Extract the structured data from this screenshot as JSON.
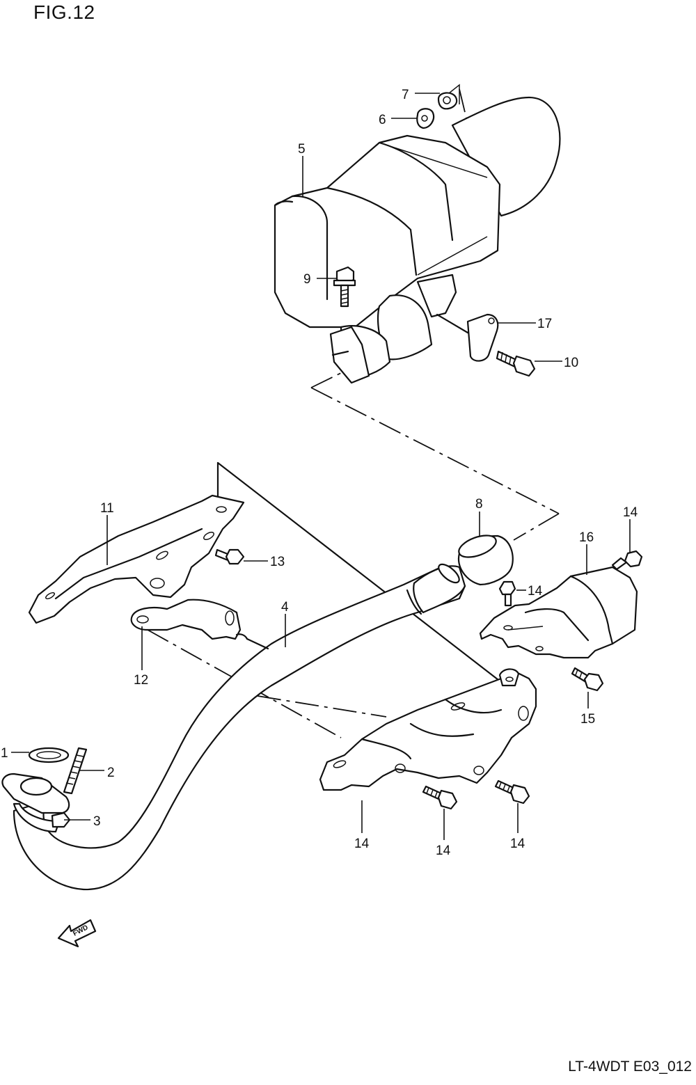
{
  "figure": {
    "title": "FIG.12",
    "reference_code": "LT-4WDT E03_012",
    "direction_marker": "FWD"
  },
  "callouts": [
    "1",
    "2",
    "3",
    "4",
    "5",
    "6",
    "7",
    "8",
    "9",
    "10",
    "11",
    "12",
    "13",
    "14",
    "14",
    "14",
    "14",
    "14",
    "15",
    "16",
    "17"
  ]
}
